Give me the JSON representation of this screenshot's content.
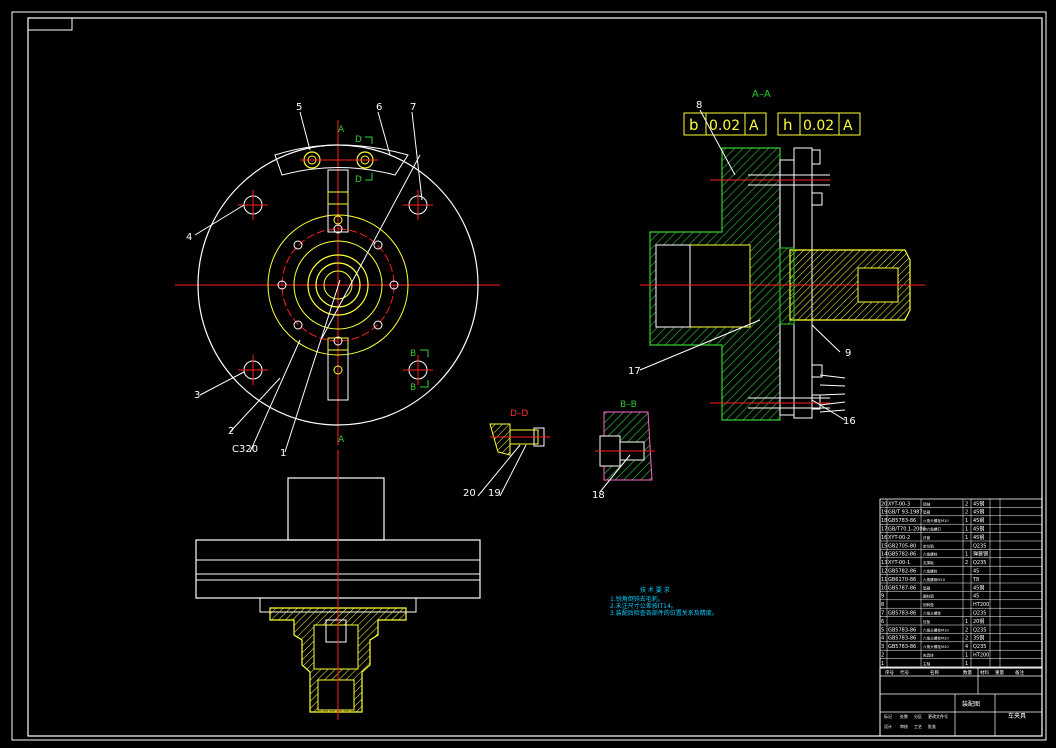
{
  "colors": {
    "background": "#000000",
    "frame": "#ffffff",
    "centerline": "#ff2020",
    "part": "#ffff33",
    "hatch": "#33cc33",
    "section_label": "#ff3030",
    "tech_notes": "#00ccff",
    "tolerance": "#ffff33",
    "section_aa": "#22cc22",
    "pink": "#ff66cc"
  },
  "callouts": {
    "n1": "1",
    "n2": "2",
    "n3": "3",
    "n4": "4",
    "n5": "5",
    "n6": "6",
    "n7": "7",
    "n8": "8",
    "n9": "9",
    "n16": "16",
    "n17": "17",
    "n18": "18",
    "n19": "19",
    "n20": "20",
    "chamfer": "C320"
  },
  "sections": {
    "aa": "A–A",
    "a_top": "A",
    "a_bottom": "A",
    "d_top": "D",
    "d_bottom": "D",
    "b_top": "B",
    "b_bottom": "B",
    "dd": "D–D",
    "bb": "B–B"
  },
  "tolerance": {
    "left": {
      "symbol": "b",
      "value": "0.02",
      "datum": "A"
    },
    "right": {
      "symbol": "h",
      "value": "0.02",
      "datum": "A"
    }
  },
  "tech_notes": {
    "title": "技 术 要 求",
    "lines": [
      "1.锐角倒钝去毛刺。",
      "2.未注尺寸公差按IT14。",
      "3.装配后检查各部件的位置关系及精度。"
    ]
  },
  "parts_list": [
    {
      "no": "20",
      "code": "XYT-00-3",
      "name": "销轴",
      "qty": "2",
      "mat": "45钢"
    },
    {
      "no": "19",
      "code": "GB/T 93-1987",
      "name": "垫圈",
      "qty": "2",
      "mat": "45钢"
    },
    {
      "no": "18",
      "code": "GB5783-86",
      "name": "六角头螺栓M10",
      "qty": "1",
      "mat": "45钢"
    },
    {
      "no": "17",
      "code": "GB/T70.1-2000",
      "name": "内六角螺钉",
      "qty": "1",
      "mat": "45钢"
    },
    {
      "no": "16",
      "code": "XYT-00-2",
      "name": "衬套",
      "qty": "1",
      "mat": "45钢"
    },
    {
      "no": "15",
      "code": "GB2705-80",
      "name": "定位销",
      "qty": "",
      "mat": "Q235"
    },
    {
      "no": "14",
      "code": "GB5782-86",
      "name": "六角螺栓",
      "qty": "1",
      "mat": "弹簧钢"
    },
    {
      "no": "13",
      "code": "XYT-00-1",
      "name": "支撑板",
      "qty": "2",
      "mat": "Q235"
    },
    {
      "no": "12",
      "code": "GB5782-86",
      "name": "六角螺栓",
      "qty": "",
      "mat": "45"
    },
    {
      "no": "11",
      "code": "GB6170-86",
      "name": "六角螺母M10",
      "qty": "",
      "mat": "T8"
    },
    {
      "no": "10",
      "code": "GB5787-86",
      "name": "垫圈",
      "qty": "",
      "mat": "45钢"
    },
    {
      "no": "9",
      "code": "",
      "name": "圆柱销",
      "qty": "",
      "mat": "45"
    },
    {
      "no": "8",
      "code": "",
      "name": "回转盘",
      "qty": "",
      "mat": "HT200"
    },
    {
      "no": "7",
      "code": "GB5783-86",
      "name": "六角头螺栓",
      "qty": "",
      "mat": "Q235"
    },
    {
      "no": "6",
      "code": "",
      "name": "压板",
      "qty": "1",
      "mat": "20钢"
    },
    {
      "no": "5",
      "code": "GB5783-86",
      "name": "六角头螺栓M10",
      "qty": "2",
      "mat": "Q235"
    },
    {
      "no": "4",
      "code": "GB5783-86",
      "name": "六角头螺栓M20",
      "qty": "2",
      "mat": "35钢"
    },
    {
      "no": "3",
      "code": "GB5783-86",
      "name": "六角头螺栓M20",
      "qty": "4",
      "mat": "Q235"
    },
    {
      "no": "2",
      "code": "",
      "name": "夹具体",
      "qty": "1",
      "mat": "HT200"
    },
    {
      "no": "1",
      "code": "",
      "name": "主轴",
      "qty": "1",
      "mat": ""
    }
  ],
  "title_block": {
    "h_no": "序号",
    "h_code": "代号",
    "h_name": "名称",
    "h_qty": "数量",
    "h_mat": "材料",
    "h_weight": "重量",
    "h_note": "备注",
    "drawing_name": "装配图",
    "school": "车夹具",
    "row_labels": [
      "标记",
      "处数",
      "分区",
      "更改文件号"
    ],
    "bottom_labels": [
      "设计",
      "审核",
      "工艺",
      "批准"
    ]
  }
}
